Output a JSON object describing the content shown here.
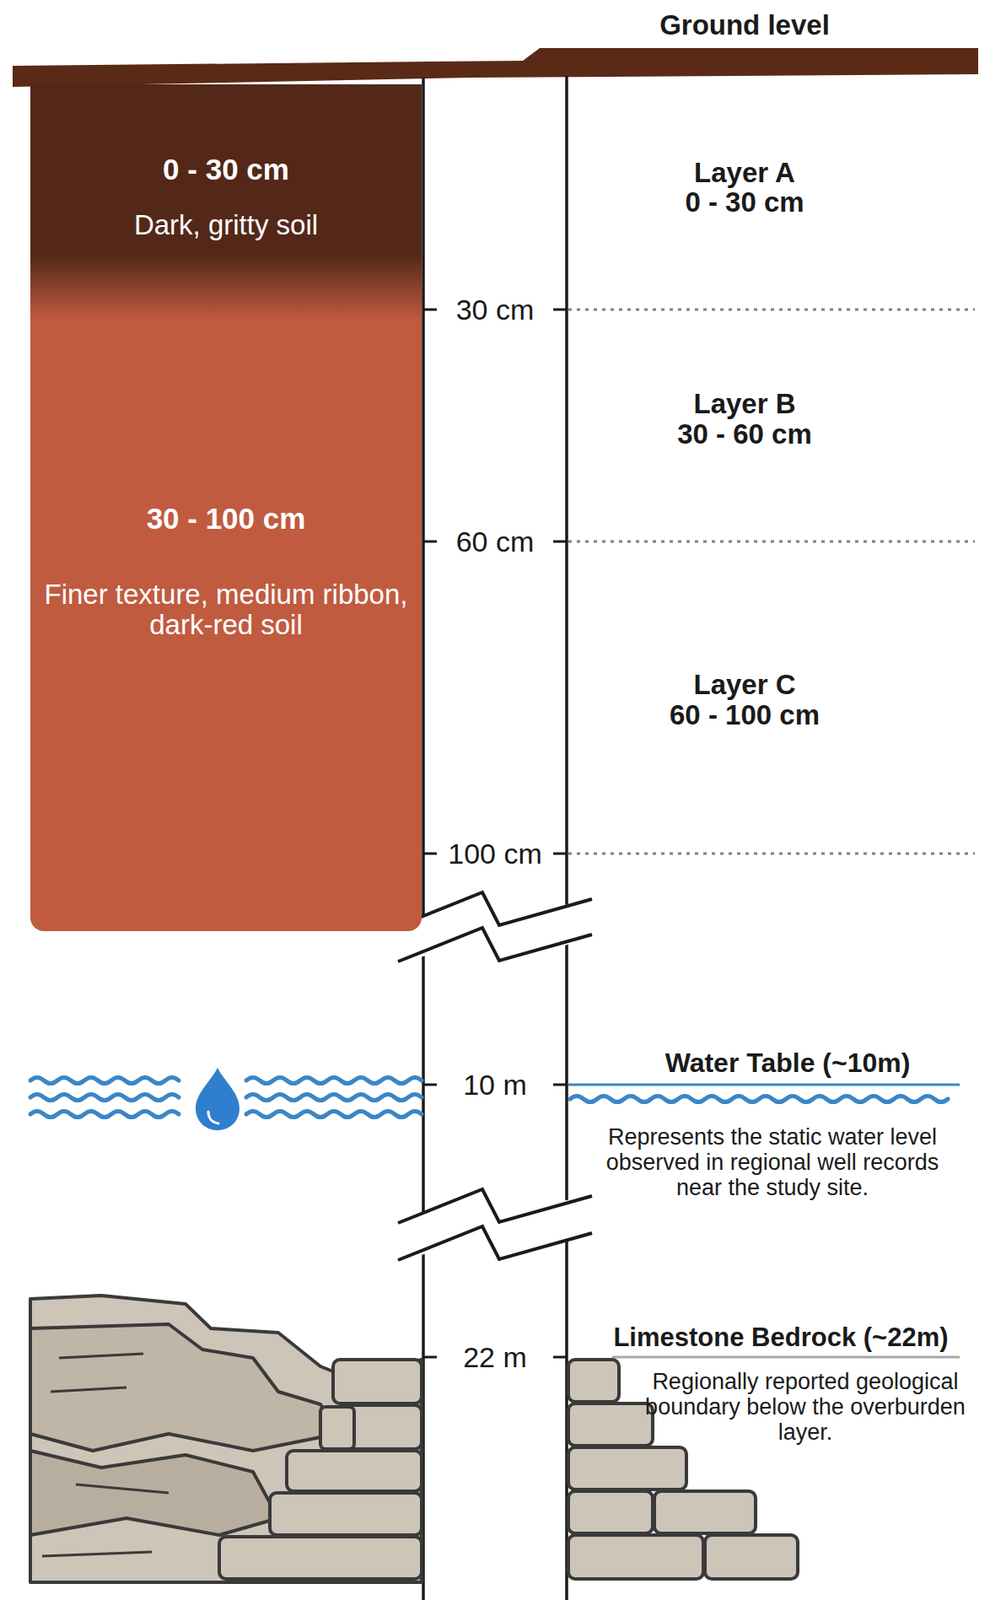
{
  "diagram": {
    "nodes": [
      {
        "text": [
          "0 - 30 cm",
          "Dark, gritty soil"
        ]
      },
      {
        "text": [
          "30 - 100 cm",
          "Finer texture, medium ribbon, dark-red soil"
        ]
      }
    ],
    "edges": [],
    "labels": [
      "Ground level",
      "Layer A",
      "0 - 30 cm",
      "Layer B",
      "30 - 60 cm",
      "Layer C",
      "60 - 100 cm",
      "30 cm",
      "60 cm",
      "100 cm",
      "10 m",
      "22 m",
      "Water Table (~10m)",
      "Represents the static water level observed in regional well records near the study site.",
      "Limestone Bedrock (~22m)",
      "Regionally reported geological boundary below the overburden layer."
    ]
  }
}
